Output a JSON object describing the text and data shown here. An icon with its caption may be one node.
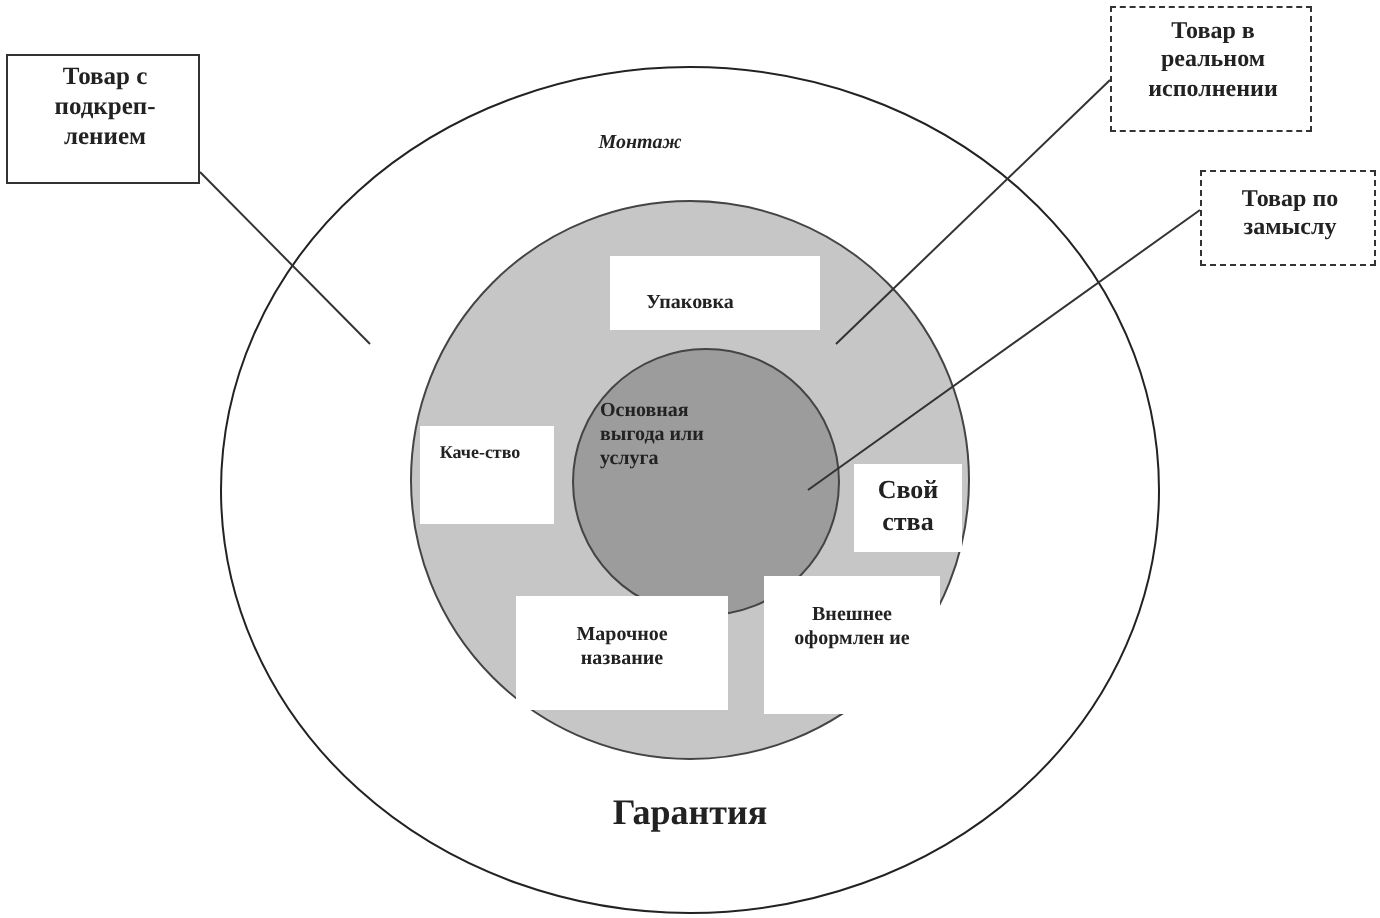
{
  "diagram": {
    "nodes": [
      {
        "text": [
          "Товар с подкреп- лением"
        ]
      },
      {
        "text": [
          "Товар в реальном исполнении"
        ]
      },
      {
        "text": [
          "Товар по замыслу"
        ]
      },
      {
        "text": [
          "Монтаж",
          "Гарантия"
        ]
      },
      {
        "text": [],
        "shape": "circle",
        "in": 3
      },
      {
        "text": [
          "Упаковка"
        ],
        "in": 4
      },
      {
        "text": [
          "Каче-ство"
        ],
        "in": 4
      },
      {
        "text": [
          "Основная выгода или услуга"
        ],
        "in": 4
      },
      {
        "text": [
          "Свой ства"
        ],
        "in": 4
      },
      {
        "text": [
          "Марочное название"
        ],
        "in": 4
      },
      {
        "text": [
          "Внешнее оформлен ие"
        ],
        "in": 4
      }
    ],
    "edges": [
      {
        "from": 0,
        "to": 3,
        "arrow": "none"
      },
      {
        "from": 1,
        "to": 4,
        "arrow": "none"
      },
      {
        "from": 2,
        "to": 7,
        "arrow": "none"
      }
    ]
  }
}
